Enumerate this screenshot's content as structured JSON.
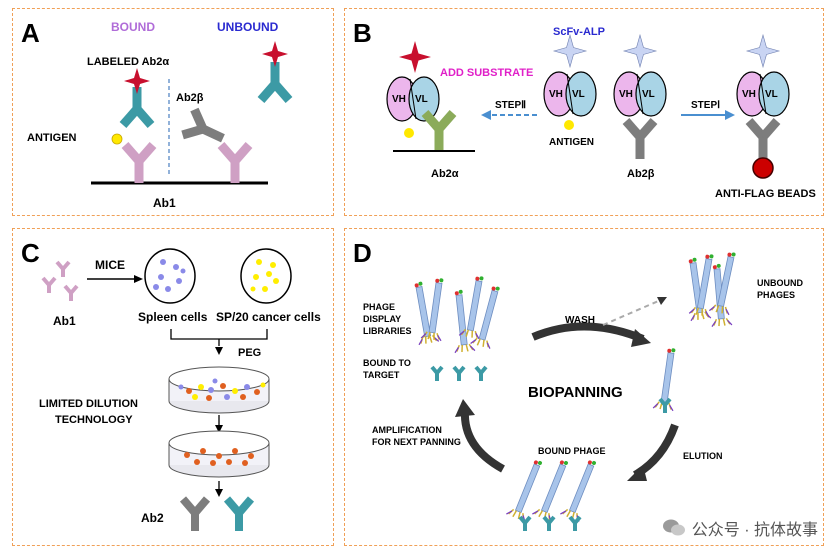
{
  "panelA": {
    "letter": "A",
    "bound": "BOUND",
    "unbound": "UNBOUND",
    "labeled": "LABELED Ab2α",
    "ab2beta": "Ab2β",
    "antigen": "ANTIGEN",
    "ab1": "Ab1"
  },
  "panelB": {
    "letter": "B",
    "scfv": "ScFv-ALP",
    "add_substrate": "ADD SUBSTRATE",
    "step2": "STEPⅡ",
    "step1": "STEPⅠ",
    "vh": "VH",
    "vl": "VL",
    "antigen": "ANTIGEN",
    "ab2alpha": "Ab2α",
    "ab2beta": "Ab2β",
    "beads": "ANTI-FLAG BEADS"
  },
  "panelC": {
    "letter": "C",
    "ab1": "Ab1",
    "mice": "MICE",
    "spleen": "Spleen cells",
    "sp20": "SP/20 cancer cells",
    "peg": "PEG",
    "limited1": "LIMITED DILUTION",
    "limited2": "TECHNOLOGY",
    "ab2": "Ab2"
  },
  "panelD": {
    "letter": "D",
    "phage1": "PHAGE",
    "phage2": "DISPLAY",
    "phage3": "LIBRARIES",
    "bound1": "BOUND TO",
    "bound2": "TARGET",
    "wash": "WASH",
    "unbound1": "UNBOUND",
    "unbound2": "PHAGES",
    "biopanning": "BIOPANNING",
    "amp1": "AMPLIFICATION",
    "amp2": "FOR NEXT PANNING",
    "bound_phage": "BOUND PHAGE",
    "elution": "ELUTION"
  },
  "watermark": "公众号 · 抗体故事",
  "colors": {
    "border": "#f0a057",
    "pink_ab": "#cfa0c4",
    "teal_ab": "#3c9aa5",
    "gray_ab": "#7d7d7d",
    "green_ab": "#8bab5a",
    "purple_text": "#b06cd8",
    "blue_text": "#2a2ad0",
    "magenta_text": "#e020c8",
    "bead_red": "#cc0000",
    "phage_body": "#a8c4ea"
  }
}
